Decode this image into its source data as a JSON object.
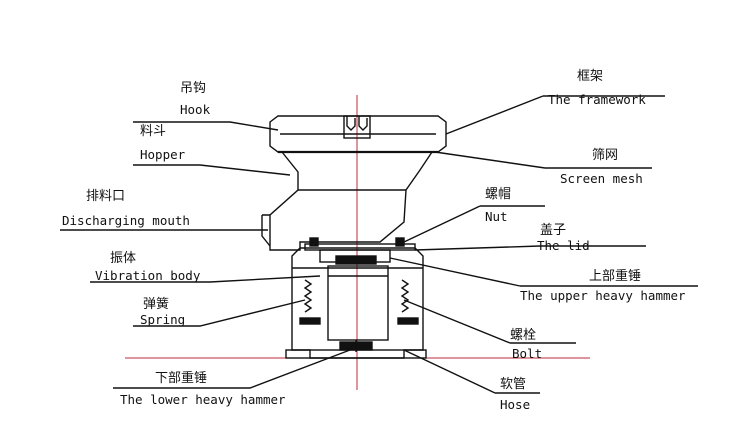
{
  "labels": {
    "hook": {
      "zh": "吊钩",
      "en": "Hook"
    },
    "hopper": {
      "zh": "料斗",
      "en": "Hopper"
    },
    "discharging_mouth": {
      "zh": "排料口",
      "en": "Discharging mouth"
    },
    "vibration_body": {
      "zh": "振体",
      "en": "Vibration body"
    },
    "spring": {
      "zh": "弹簧",
      "en": "Spring"
    },
    "lower_heavy_hammer": {
      "zh": "下部重锤",
      "en": "The lower heavy hammer"
    },
    "framework": {
      "zh": "框架",
      "en": "The framework"
    },
    "screen_mesh": {
      "zh": "筛网",
      "en": "Screen mesh"
    },
    "nut": {
      "zh": "螺帽",
      "en": "Nut"
    },
    "lid": {
      "zh": "盖子",
      "en": "The lid"
    },
    "upper_heavy_hammer": {
      "zh": "上部重锤",
      "en": "The upper heavy hammer"
    },
    "bolt": {
      "zh": "螺栓",
      "en": "Bolt"
    },
    "hose": {
      "zh": "软管",
      "en": "Hose"
    }
  },
  "watermark": "",
  "colors": {
    "line": "#111111",
    "centerline": "#c0283c",
    "rubber": "#111111"
  }
}
